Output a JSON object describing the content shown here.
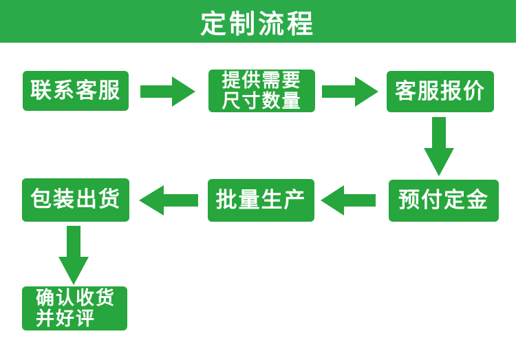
{
  "header": {
    "title": "定制流程"
  },
  "colors": {
    "header_green": "#2baa4a",
    "box_green": "#26a63c",
    "text_white": "#ffffff",
    "background": "#ffffff"
  },
  "flow": {
    "steps": [
      {
        "name": "contact-customer-service",
        "label": "联系客服"
      },
      {
        "name": "provide-size-quantity",
        "label": "提供需要\n尺寸数量"
      },
      {
        "name": "customer-service-quote",
        "label": "客服报价"
      },
      {
        "name": "prepay-deposit",
        "label": "预付定金"
      },
      {
        "name": "batch-production",
        "label": "批量生产"
      },
      {
        "name": "package-shipment",
        "label": "包装出货"
      },
      {
        "name": "confirm-receipt-and-review",
        "label": "确认收货\n并好评"
      }
    ],
    "arrows": [
      {
        "name": "arrow-1",
        "direction": "right"
      },
      {
        "name": "arrow-2",
        "direction": "right"
      },
      {
        "name": "arrow-3",
        "direction": "down"
      },
      {
        "name": "arrow-4",
        "direction": "left"
      },
      {
        "name": "arrow-5",
        "direction": "left"
      },
      {
        "name": "arrow-6",
        "direction": "down"
      }
    ]
  }
}
